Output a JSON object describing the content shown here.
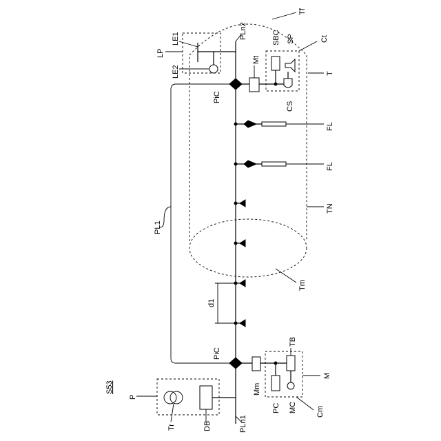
{
  "labels": {
    "figure_id": "S53",
    "power": "P",
    "transformer": "Tr",
    "distribution_board": "DB",
    "line_end_1": "PLn1",
    "line_end_2": "PLn2",
    "power_line": "PL1",
    "pull_in_connection_1": "PiC",
    "pull_in_connection_2": "PiC",
    "motor_main": "Mm",
    "motor_tail": "Mt",
    "control_box_main": "Cm",
    "control_box_tail": "Ct",
    "terminal_board": "TB",
    "power_controller": "PC",
    "main_controller": "MC",
    "main_module": "M",
    "tail_module": "T",
    "tunnel": "TN",
    "tunnel_front": "Tf",
    "tunnel_middle": "Tm",
    "lamp_unit": "LP",
    "lamp_1": "LE1",
    "lamp_2": "LE2",
    "sub_board_controller": "SBC",
    "speaker": "SP",
    "camera_sensor": "CS",
    "fluorescent_1": "FL",
    "fluorescent_2": "FL",
    "distance": "d1"
  },
  "colors": {
    "stroke": "#000000",
    "background": "#ffffff"
  }
}
